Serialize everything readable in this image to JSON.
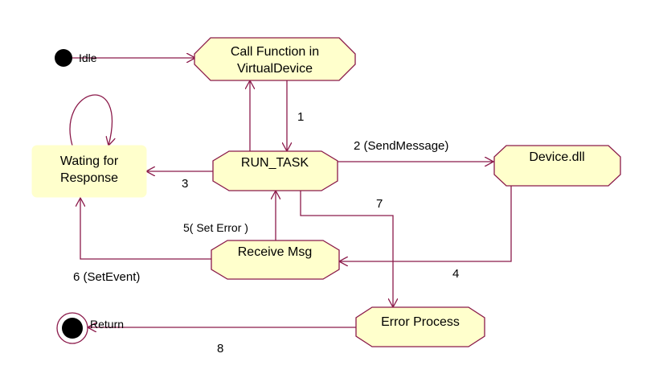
{
  "colors": {
    "state_fill": "#ffffcc",
    "note_fill": "#ffffcc",
    "stroke": "#8b1a4a",
    "start_fill": "#000000"
  },
  "start": {
    "label": "Idle"
  },
  "end": {
    "label": "Return"
  },
  "states": {
    "call_function": {
      "line1": "Call Function in",
      "line2": "VirtualDevice"
    },
    "run_task": {
      "label": "RUN_TASK"
    },
    "device_dll": {
      "label": "Device.dll"
    },
    "receive_msg": {
      "label": "Receive Msg"
    },
    "error_process": {
      "label": "Error Process"
    },
    "waiting": {
      "line1": "Wating for",
      "line2": "Response"
    }
  },
  "edges": {
    "e1": "1",
    "e2": "2 (SendMessage)",
    "e3": "3",
    "e4": "4",
    "e5": "5( Set Error )",
    "e6": "6 (SetEvent)",
    "e7": "7",
    "e8": "8"
  }
}
